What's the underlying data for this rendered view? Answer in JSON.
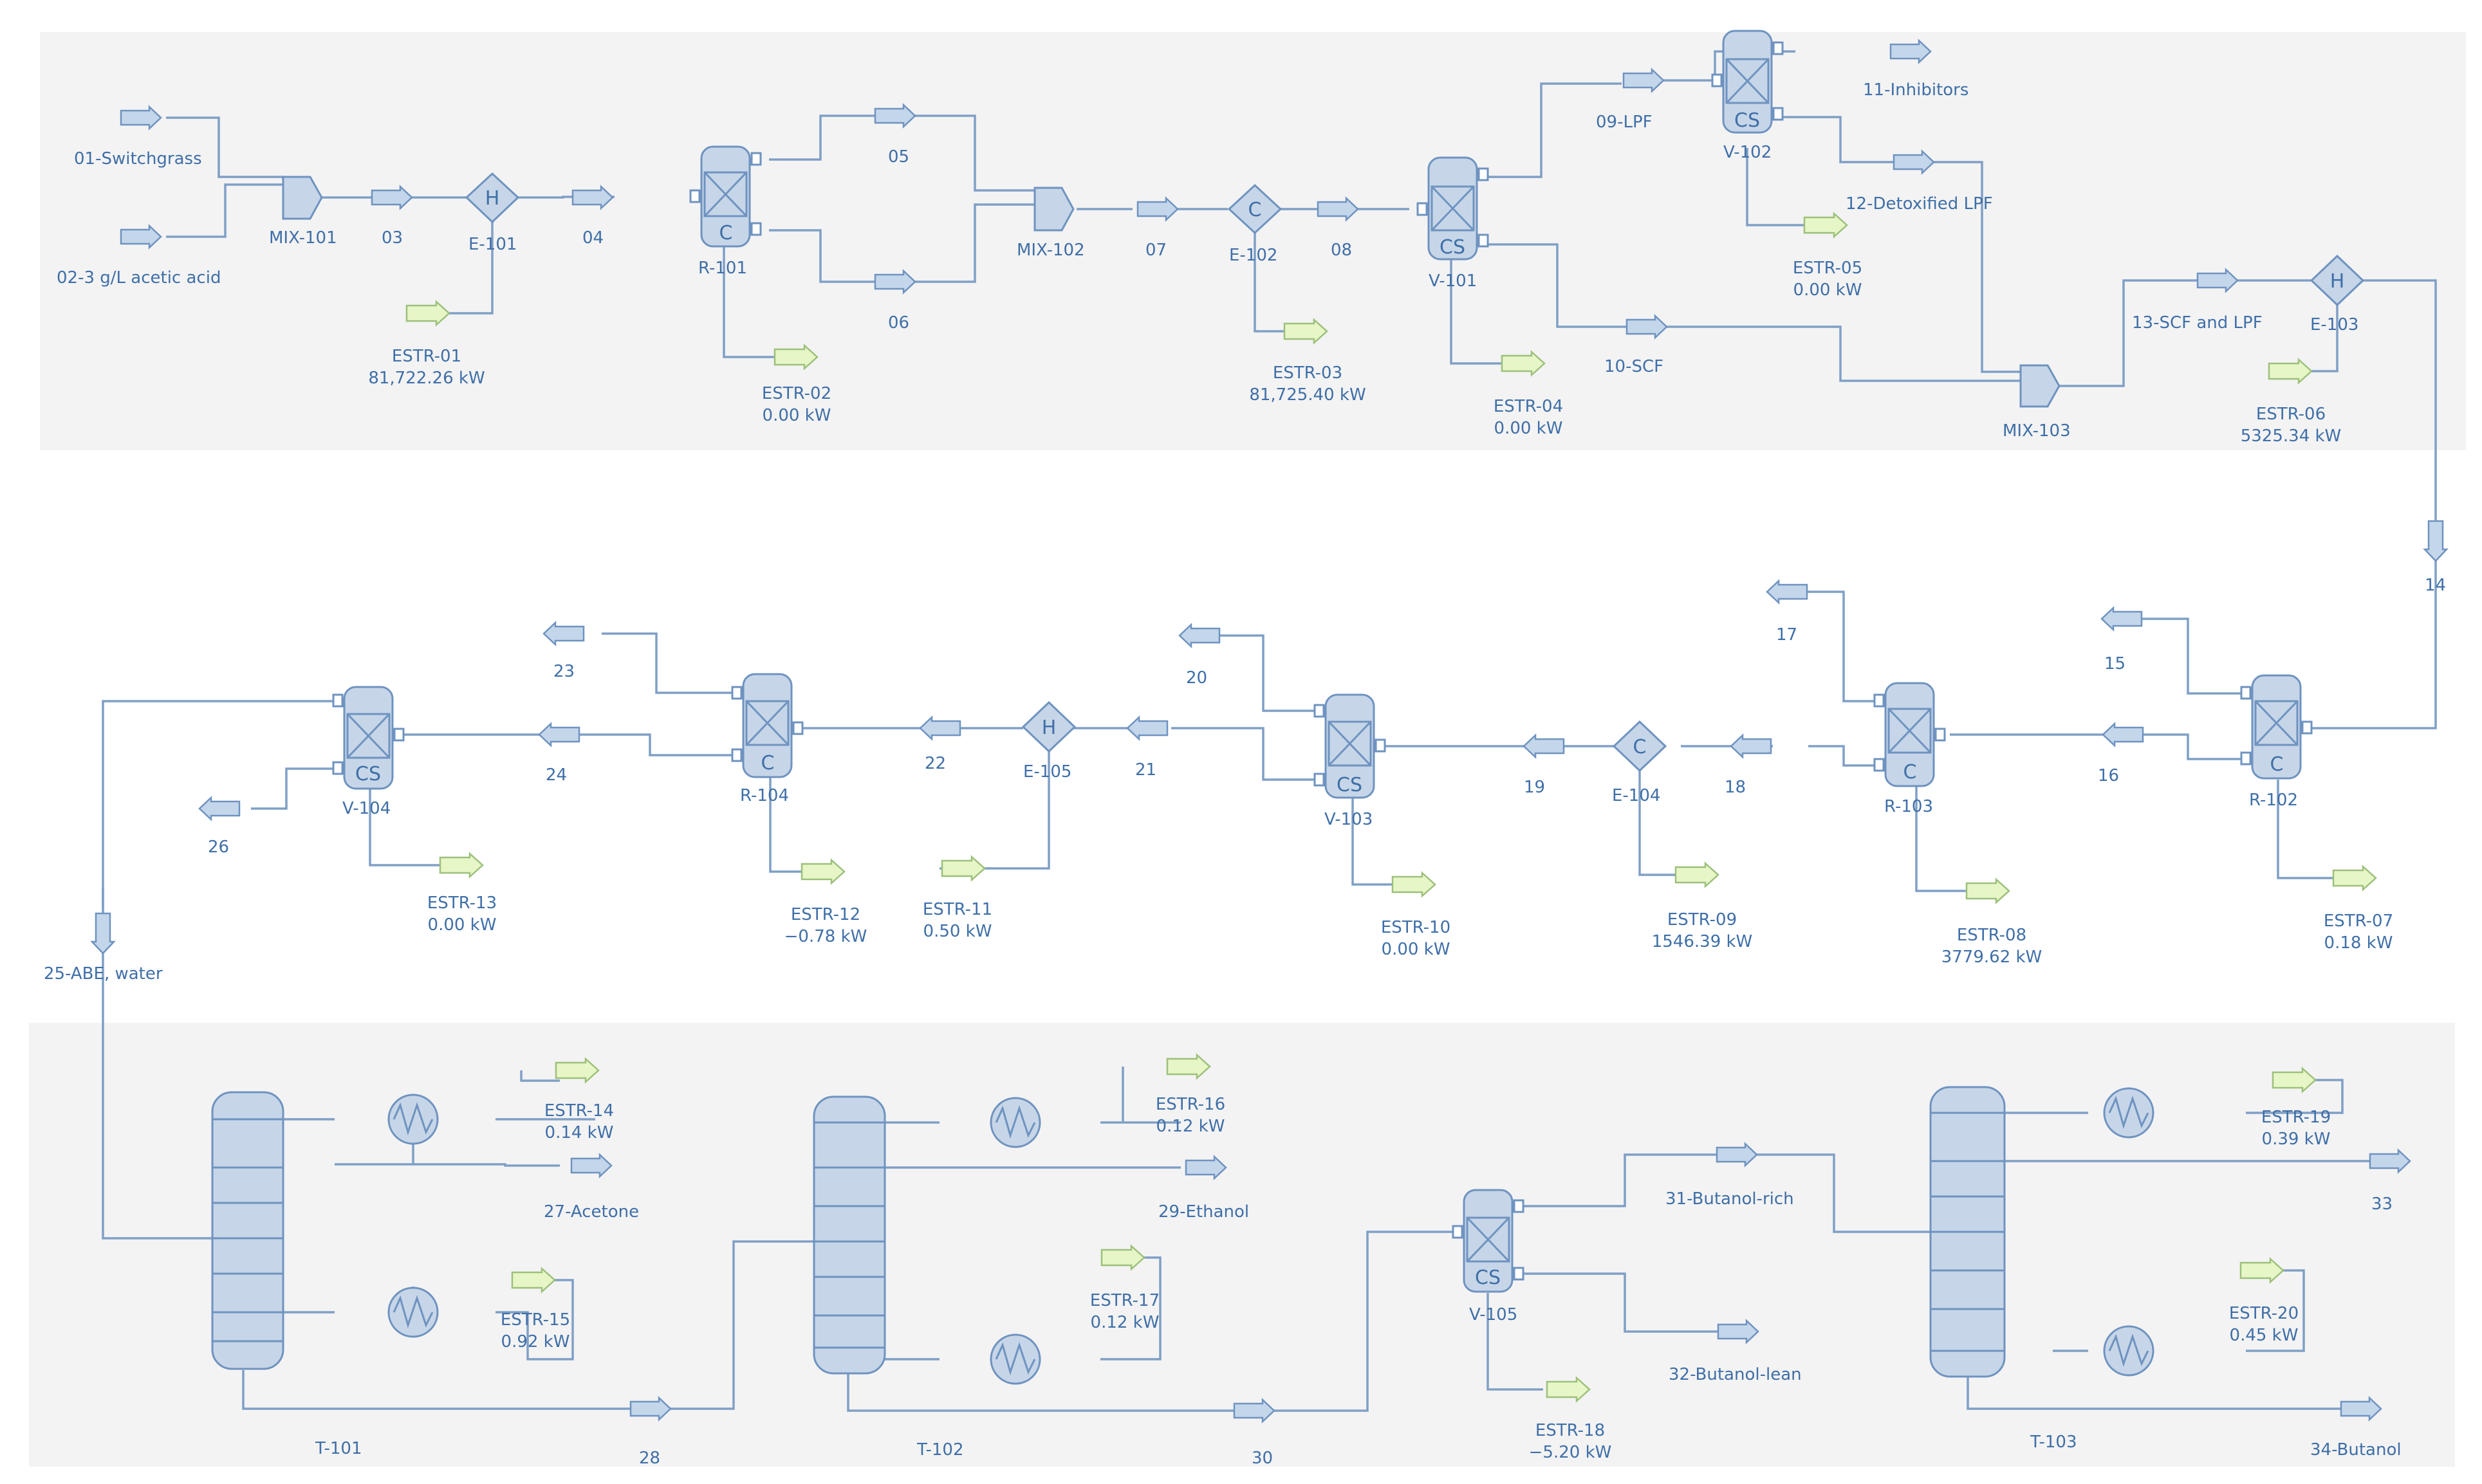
{
  "streams": {
    "s01": "01-Switchgrass",
    "s02": "02-3 g/L acetic acid",
    "s03": "03",
    "s04": "04",
    "s05": "05",
    "s06": "06",
    "s07": "07",
    "s08": "08",
    "s09": "09-LPF",
    "s10": "10-SCF",
    "s11": "11-Inhibitors",
    "s12": "12-Detoxified LPF",
    "s13": "13-SCF and LPF",
    "s14": "14",
    "s15": "15",
    "s16": "16",
    "s17": "17",
    "s18": "18",
    "s19": "19",
    "s20": "20",
    "s21": "21",
    "s22": "22",
    "s23": "23",
    "s24": "24",
    "s25": "25-ABE, water",
    "s26": "26",
    "s27": "27-Acetone",
    "s28": "28",
    "s29": "29-Ethanol",
    "s30": "30",
    "s31": "31-Butanol-rich",
    "s32": "32-Butanol-lean",
    "s33": "33",
    "s34": "34-Butanol"
  },
  "units": {
    "mix101": "MIX-101",
    "e101": "E-101",
    "r101": "R-101",
    "mix102": "MIX-102",
    "e102": "E-102",
    "v101": "V-101",
    "v102": "V-102",
    "mix103": "MIX-103",
    "e103": "E-103",
    "r102": "R-102",
    "r103": "R-103",
    "e104": "E-104",
    "v103": "V-103",
    "e105": "E-105",
    "r104": "R-104",
    "v104": "V-104",
    "t101": "T-101",
    "t102": "T-102",
    "v105": "V-105",
    "t103": "T-103"
  },
  "glyphs": {
    "heater": "H",
    "cooler": "C",
    "reactor": "C",
    "separator": "CS"
  },
  "energy": {
    "estr01": {
      "name": "ESTR-01",
      "value": "81,722.26 kW"
    },
    "estr02": {
      "name": "ESTR-02",
      "value": "0.00 kW"
    },
    "estr03": {
      "name": "ESTR-03",
      "value": "81,725.40 kW"
    },
    "estr04": {
      "name": "ESTR-04",
      "value": "0.00 kW"
    },
    "estr05": {
      "name": "ESTR-05",
      "value": "0.00 kW"
    },
    "estr06": {
      "name": "ESTR-06",
      "value": "5325.34 kW"
    },
    "estr07": {
      "name": "ESTR-07",
      "value": "0.18 kW"
    },
    "estr08": {
      "name": "ESTR-08",
      "value": "3779.62 kW"
    },
    "estr09": {
      "name": "ESTR-09",
      "value": "1546.39 kW"
    },
    "estr10": {
      "name": "ESTR-10",
      "value": "0.00 kW"
    },
    "estr11": {
      "name": "ESTR-11",
      "value": "0.50 kW"
    },
    "estr12": {
      "name": "ESTR-12",
      "value": "−0.78 kW"
    },
    "estr13": {
      "name": "ESTR-13",
      "value": "0.00 kW"
    },
    "estr14": {
      "name": "ESTR-14",
      "value": "0.14 kW"
    },
    "estr15": {
      "name": "ESTR-15",
      "value": "0.92 kW"
    },
    "estr16": {
      "name": "ESTR-16",
      "value": "0.12 kW"
    },
    "estr17": {
      "name": "ESTR-17",
      "value": "0.12 kW"
    },
    "estr18": {
      "name": "ESTR-18",
      "value": "−5.20 kW"
    },
    "estr19": {
      "name": "ESTR-19",
      "value": "0.39 kW"
    },
    "estr20": {
      "name": "ESTR-20",
      "value": "0.45 kW"
    }
  },
  "colors": {
    "line": "#7f9fc6",
    "equipment_fill": "#c6d6e8",
    "material_arrow": "#c4d6ea",
    "energy_arrow": "#e7f6c7",
    "text": "#3f6fa8",
    "panel": "#f3f3f3"
  }
}
